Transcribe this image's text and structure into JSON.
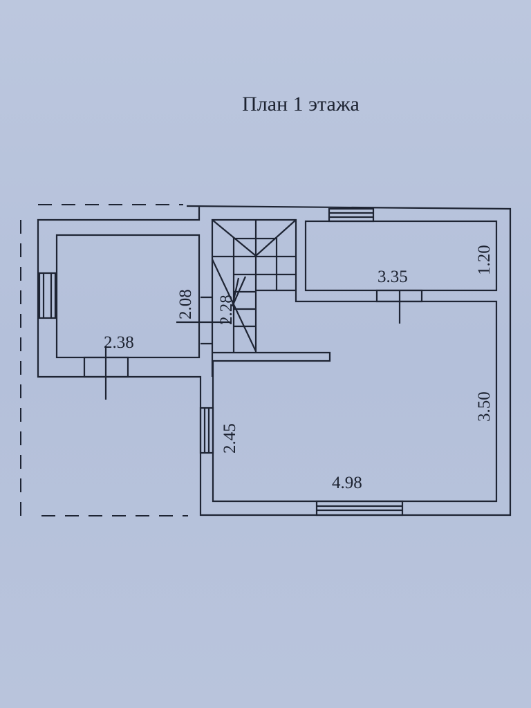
{
  "title": "План 1 этажа",
  "dimensions": {
    "left_room_width": "2.38",
    "left_room_height": "2.08",
    "stair_length": "2.28",
    "top_right_room_width": "3.35",
    "top_right_room_height": "1.20",
    "main_room_height": "3.50",
    "main_room_depth": "2.45",
    "main_room_width": "4.98"
  }
}
